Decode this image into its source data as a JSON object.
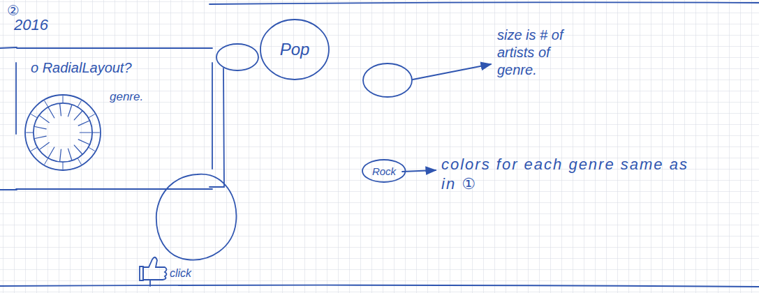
{
  "diagram": {
    "nodes": [
      {
        "text": [
          "o RadialLayout?"
        ]
      },
      {
        "text": [
          "genre."
        ],
        "in": 0
      },
      {
        "text": [
          "Pop"
        ]
      },
      {
        "text": [
          "Rock"
        ]
      }
    ],
    "labels": [
      "②",
      "2016",
      "size is # of artists of genre.",
      "colors for each genre same as in ①",
      "click"
    ]
  }
}
